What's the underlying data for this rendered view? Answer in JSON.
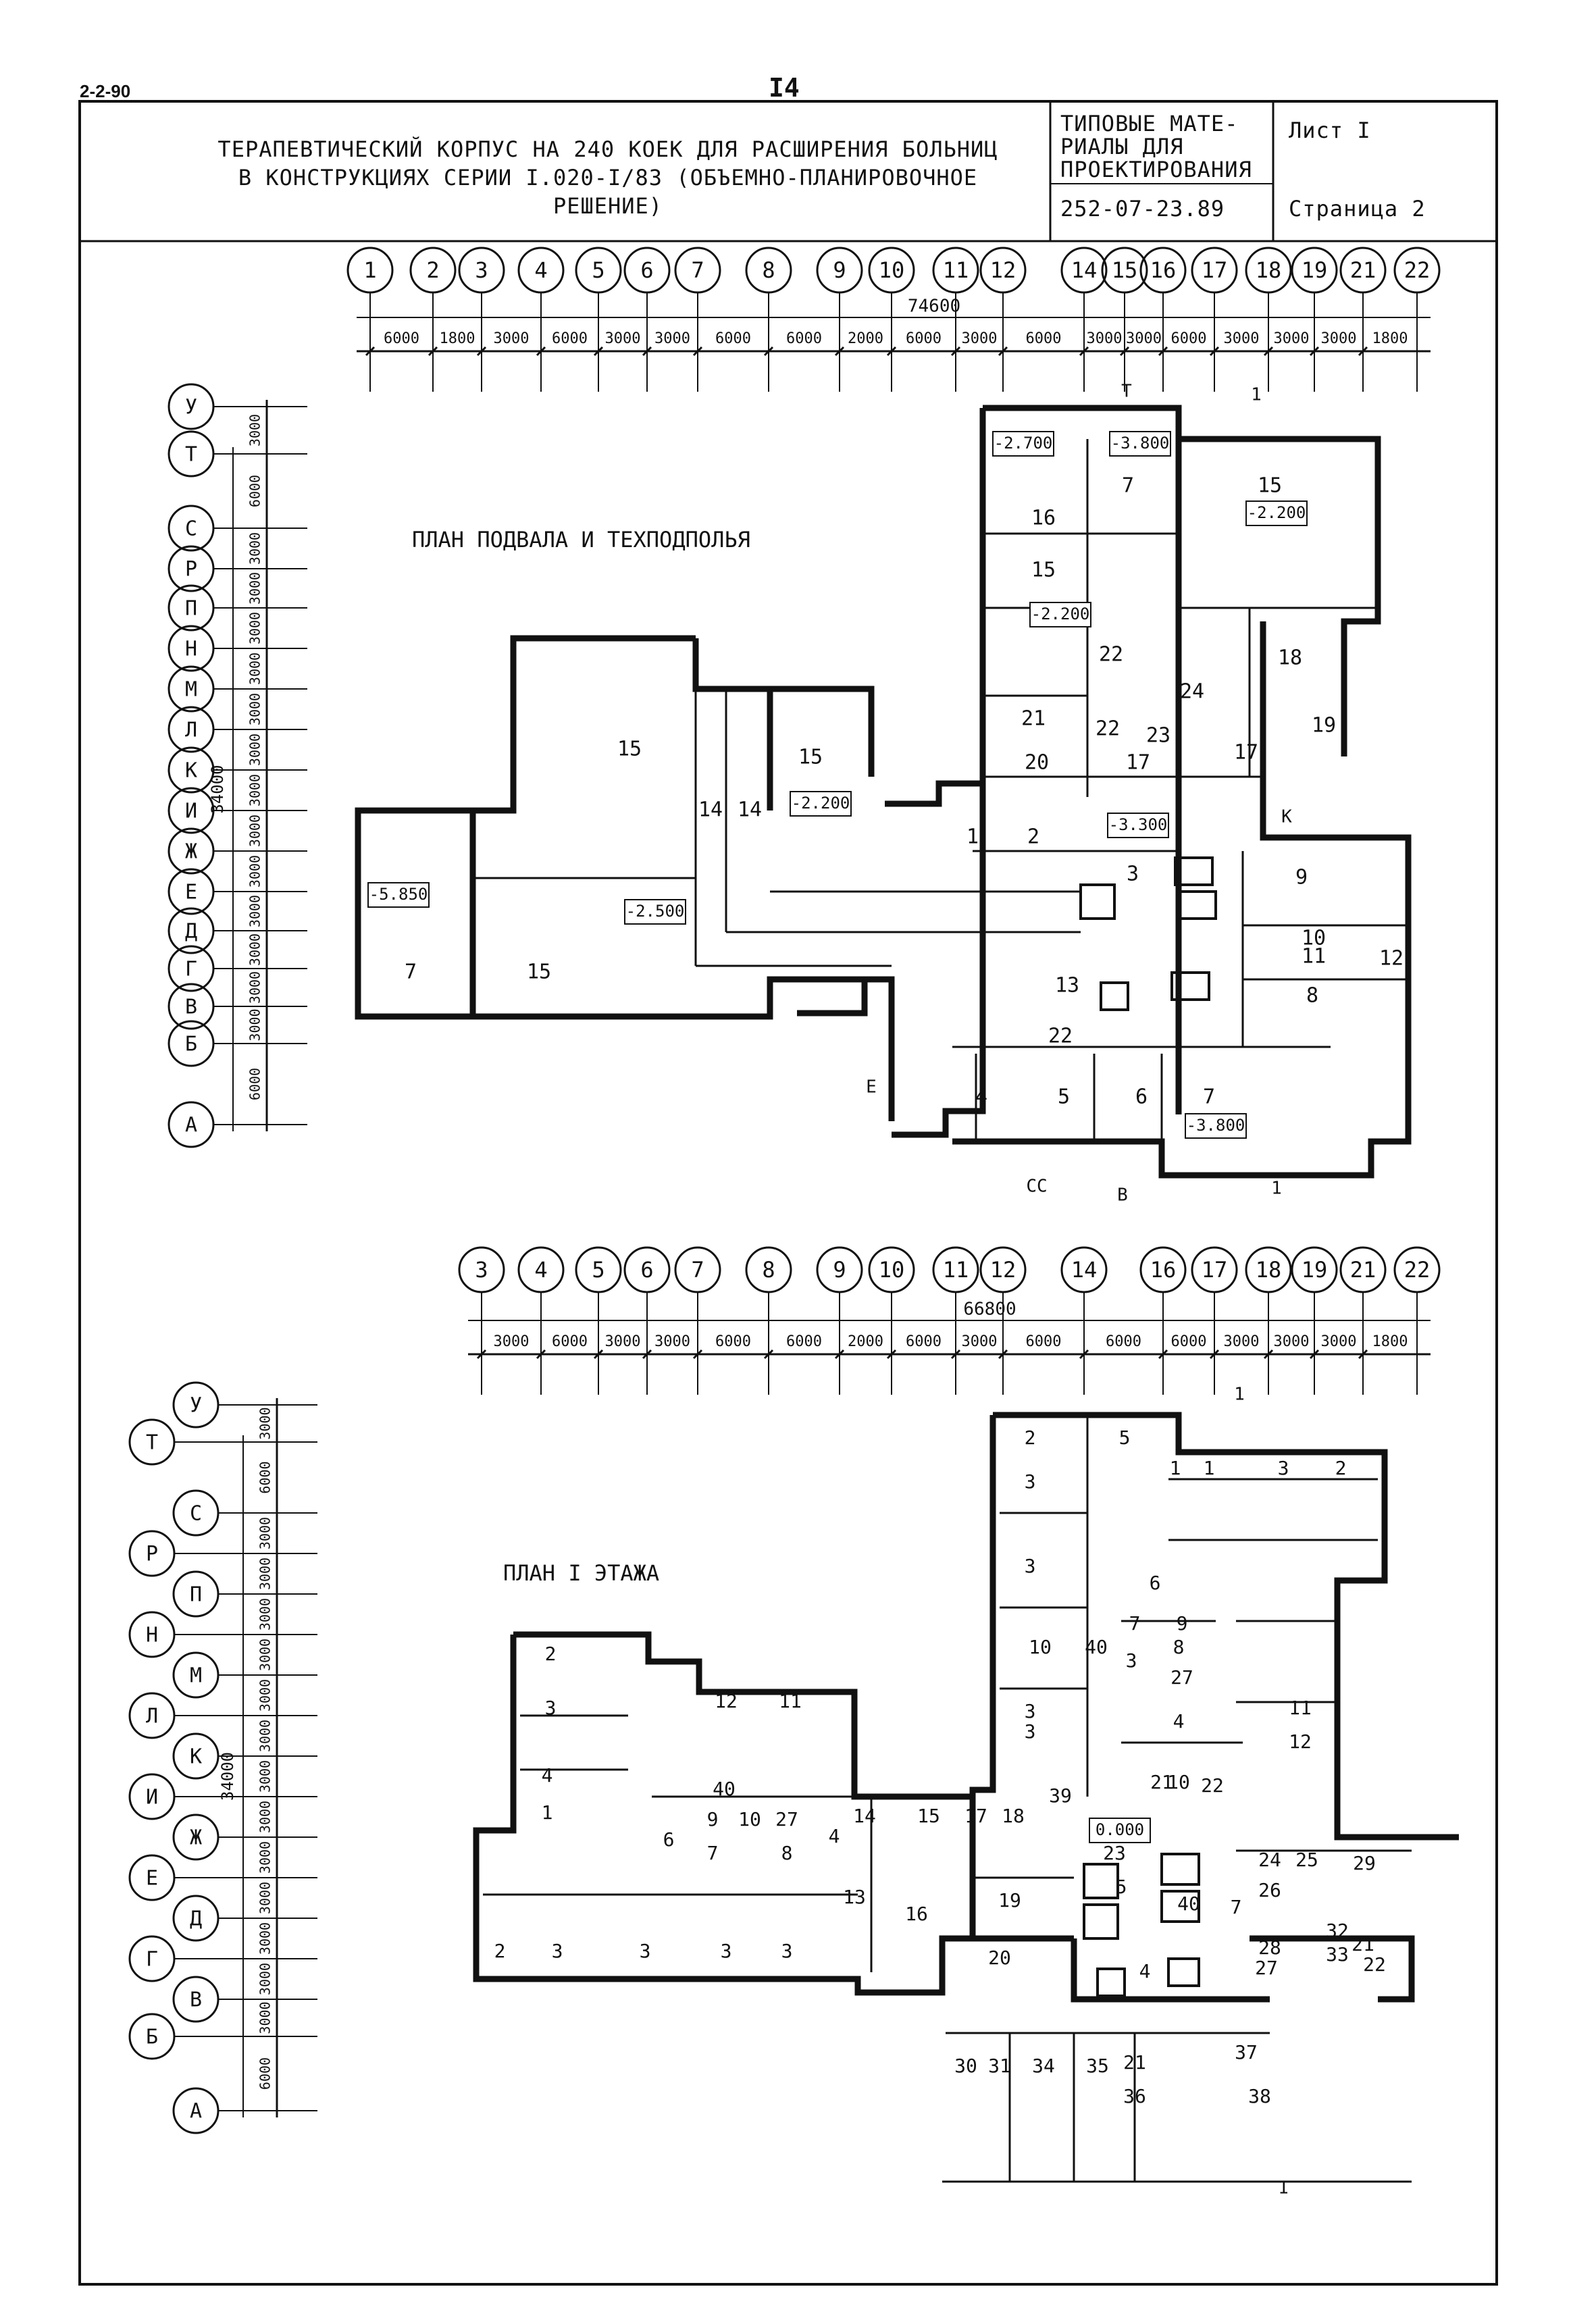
{
  "sheet": {
    "code": "2-2-90",
    "page_number": "I4",
    "title_lines": [
      "ТЕРАПЕВТИЧЕСКИЙ КОРПУС НА 240 КОЕК ДЛЯ РАСШИРЕНИЯ БОЛЬНИЦ",
      "В КОНСТРУКЦИЯХ СЕРИИ I.020-I/83 (ОБЪЕМНО-ПЛАНИРОВОЧНОЕ",
      "РЕШЕНИЕ)"
    ],
    "series_lines": [
      "ТИПОВЫЕ МАТЕ-",
      "РИАЛЫ ДЛЯ",
      "ПРОЕКТИРОВАНИЯ"
    ],
    "series_code": "252-07-23.89",
    "sheet_label": "Лист I",
    "page_label": "Страница 2"
  },
  "plan_basement": {
    "title": "ПЛАН ПОДВАЛА И ТЕХПОДПОЛЬЯ",
    "axes": [
      "1",
      "2",
      "3",
      "4",
      "5",
      "6",
      "7",
      "8",
      "9",
      "10",
      "11",
      "12",
      "14",
      "15",
      "16",
      "17",
      "18",
      "19",
      "21",
      "22"
    ],
    "total_dimension": "74600",
    "spans": [
      "6000",
      "1800",
      "3000",
      "6000",
      "3000",
      "3000",
      "6000",
      "6000",
      "2000",
      "6000",
      "3000",
      "6000",
      "3000",
      "3000",
      "6000",
      "3000",
      "3000",
      "3000",
      "1800"
    ],
    "row_axes": [
      "У",
      "Т",
      "С",
      "Р",
      "П",
      "Н",
      "М",
      "Л",
      "К",
      "И",
      "Ж",
      "Е",
      "Д",
      "Г",
      "В",
      "Б",
      "А"
    ],
    "row_spans": [
      "3000",
      "6000",
      "3000",
      "3000",
      "3000",
      "3000",
      "3000",
      "3000",
      "3000",
      "3000",
      "3000",
      "3000",
      "3000",
      "3000",
      "3000",
      "6000"
    ],
    "height_dimension": "34000",
    "levels": [
      "-2.700",
      "-3.800",
      "-2.200",
      "-2.200",
      "-2.200",
      "-3.300",
      "-5.850",
      "-2.500",
      "-3.800"
    ],
    "room_numbers": [
      "16",
      "7",
      "15",
      "15",
      "22",
      "18",
      "21",
      "22",
      "23",
      "24",
      "17",
      "19",
      "20",
      "17",
      "15",
      "14",
      "14",
      "15",
      "1",
      "2",
      "3",
      "9",
      "10",
      "11",
      "12",
      "8",
      "13",
      "22",
      "4",
      "5",
      "6",
      "7",
      "7",
      "15"
    ],
    "markers": [
      "Т",
      "1",
      "1",
      "К",
      "Е",
      "СС",
      "В"
    ]
  },
  "plan_first": {
    "title": "ПЛАН I ЭТАЖА",
    "axes": [
      "3",
      "4",
      "5",
      "6",
      "7",
      "8",
      "9",
      "10",
      "11",
      "12",
      "14",
      "16",
      "17",
      "18",
      "19",
      "21",
      "22"
    ],
    "total_dimension": "66800",
    "spans": [
      "3000",
      "6000",
      "3000",
      "3000",
      "6000",
      "6000",
      "2000",
      "6000",
      "3000",
      "6000",
      "6000",
      "6000",
      "3000",
      "3000",
      "3000",
      "1800"
    ],
    "row_axes": [
      "У",
      "Т",
      "С",
      "Р",
      "П",
      "Н",
      "М",
      "Л",
      "К",
      "И",
      "Ж",
      "Е",
      "Д",
      "Г",
      "В",
      "Б",
      "А"
    ],
    "row_spans": [
      "3000",
      "6000",
      "3000",
      "3000",
      "3000",
      "3000",
      "3000",
      "3000",
      "3000",
      "3000",
      "3000",
      "3000",
      "3000",
      "3000",
      "3000",
      "6000"
    ],
    "height_dimension": "34000",
    "levels": [
      "0.000"
    ],
    "room_numbers": [
      "2",
      "5",
      "1",
      "1",
      "3",
      "2",
      "3",
      "3",
      "6",
      "7",
      "9",
      "10",
      "3",
      "8",
      "27",
      "11",
      "12",
      "4",
      "3",
      "40",
      "2",
      "3",
      "12",
      "11",
      "3",
      "4",
      "1",
      "40",
      "9",
      "10",
      "27",
      "6",
      "7",
      "8",
      "4",
      "14",
      "15",
      "17",
      "18",
      "39",
      "21",
      "10",
      "22",
      "23",
      "24",
      "25",
      "29",
      "26",
      "7",
      "5",
      "40",
      "13",
      "16",
      "19",
      "20",
      "4",
      "32",
      "33",
      "21",
      "22",
      "28",
      "27",
      "2",
      "3",
      "3",
      "3",
      "3",
      "30",
      "31",
      "34",
      "35",
      "21",
      "36",
      "37",
      "38"
    ],
    "markers": [
      "1",
      "1"
    ]
  }
}
